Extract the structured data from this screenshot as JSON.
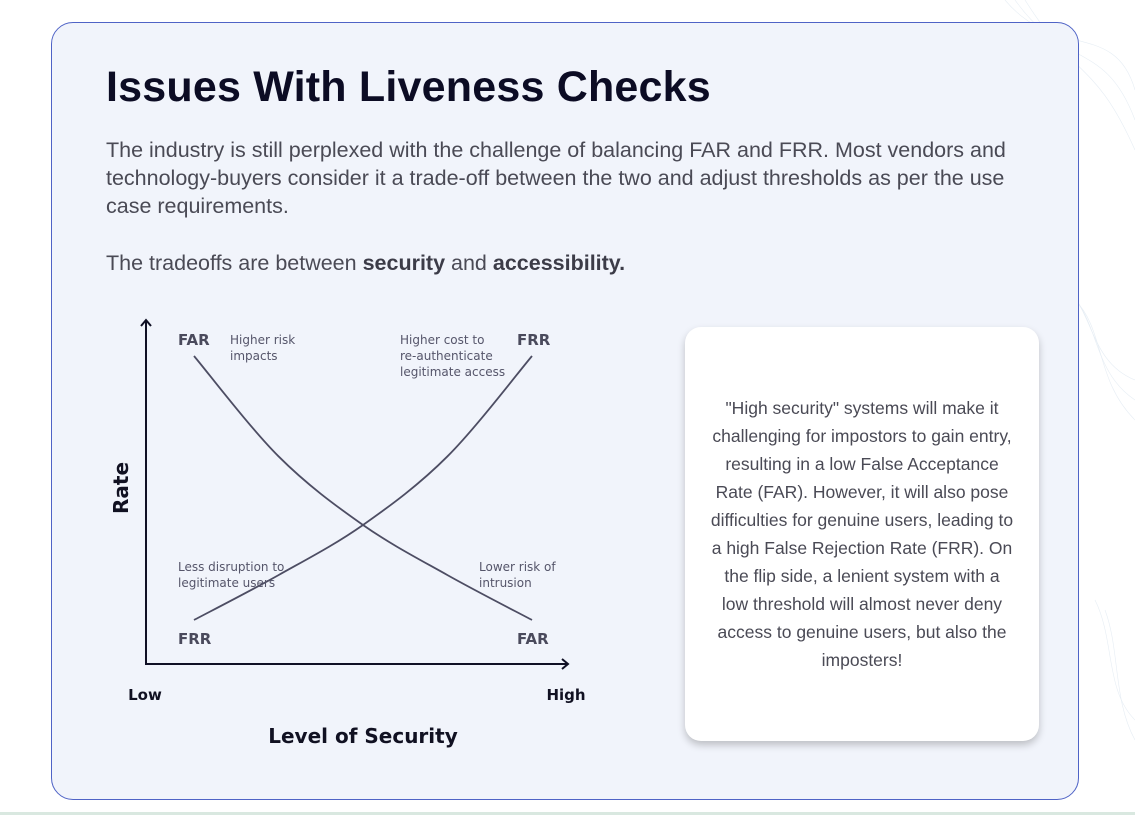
{
  "header": {
    "title": "Issues With Liveness Checks"
  },
  "intro": {
    "paragraph": "The industry is still perplexed with the challenge of balancing FAR and FRR. Most vendors and technology-buyers consider it a trade-off between the two and adjust thresholds as per the use case requirements.",
    "tradeoff_prefix": "The tradeoffs are between ",
    "tradeoff_security": "security",
    "tradeoff_and": " and ",
    "tradeoff_accessibility": "accessibility."
  },
  "chart_data": {
    "type": "line",
    "xlabel": "Level of Security",
    "ylabel": "Rate",
    "x_tick_labels": [
      "Low",
      "High"
    ],
    "series": [
      {
        "name": "FAR",
        "start_label": "FAR",
        "end_label": "FAR",
        "start_annotation": [
          "Higher risk",
          "impacts"
        ],
        "end_annotation": [
          "Lower risk of",
          "intrusion"
        ],
        "trend": "decreasing",
        "points": [
          [
            0,
            1.0
          ],
          [
            0.25,
            0.62
          ],
          [
            0.5,
            0.36
          ],
          [
            0.75,
            0.17
          ],
          [
            1,
            0.0
          ]
        ]
      },
      {
        "name": "FRR",
        "start_label": "FRR",
        "end_label": "FRR",
        "start_annotation": [
          "Less disruption to",
          "legitimate users"
        ],
        "end_annotation": [
          "Higher cost to",
          "re-authenticate",
          "legitimate access"
        ],
        "trend": "increasing",
        "points": [
          [
            0,
            0.0
          ],
          [
            0.25,
            0.17
          ],
          [
            0.5,
            0.36
          ],
          [
            0.75,
            0.62
          ],
          [
            1,
            1.0
          ]
        ]
      }
    ],
    "colors": {
      "curve": "#4d4d63",
      "axis": "#101025"
    }
  },
  "info_box": {
    "text": "\"High security\" systems will make it challenging for impostors to gain entry, resulting in a low False Acceptance Rate (FAR). However, it will also pose difficulties for genuine users, leading to a high False Rejection Rate (FRR). On the flip side, a lenient system with a low threshold will almost never deny access to genuine users, but also the imposters!"
  },
  "colors": {
    "card_background": "#f1f4fb",
    "card_border": "#4f63c6",
    "title": "#0c0c24",
    "body_text": "#4a4a55"
  }
}
